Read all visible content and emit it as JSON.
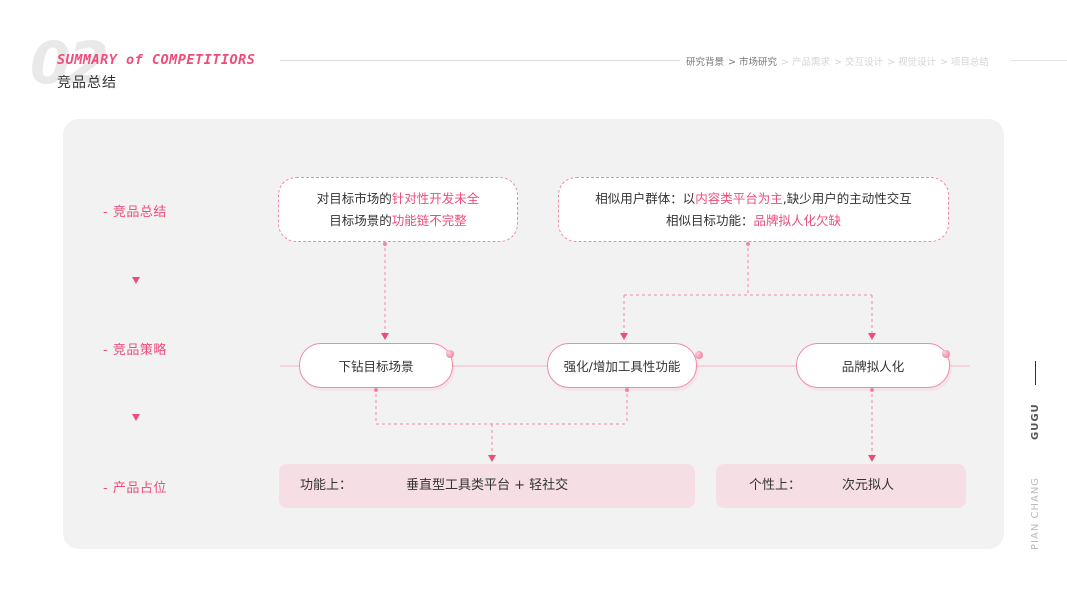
{
  "header": {
    "big_number": "02",
    "en_title": "SUMMARY of COMPETITIORS",
    "cn_title": "竞品总结",
    "breadcrumb": [
      {
        "label": "研究背景",
        "active": true
      },
      {
        "label": "> 市场研究",
        "active": true
      },
      {
        "label": "> 产品需求",
        "active": false
      },
      {
        "label": "> 交互设计",
        "active": false
      },
      {
        "label": "> 视觉设计",
        "active": false
      },
      {
        "label": "> 项目总结",
        "active": false
      }
    ]
  },
  "rows": {
    "summary": "- 竞品总结",
    "strategy": "- 竞品策略",
    "position": "- 产品占位"
  },
  "summary_left": {
    "line1_pre": "对目标市场的",
    "line1_hl": "针对性开发未全",
    "line2_pre": "目标场景的",
    "line2_hl": "功能链不完整"
  },
  "summary_right": {
    "line1_pre": "相似用户群体：以",
    "line1_hl": "内容类平台为主",
    "line1_post": ",缺少用户的主动性交互",
    "line2_pre": "相似目标功能：",
    "line2_hl": "品牌拟人化欠缺"
  },
  "strategies": [
    "下钻目标场景",
    "强化/增加工具性功能",
    "品牌拟人化"
  ],
  "positions": {
    "left_label": "功能上：",
    "left_value": "垂直型工具类平台 + 轻社交",
    "right_label": "个性上：",
    "right_value": "次元拟人"
  },
  "side": {
    "gugu": "GUGU",
    "pian": "PIAN CHANG"
  },
  "colors": {
    "accent": "#ee4d79",
    "panel": "#f2f2f3",
    "position_bg": "#f5dfe4"
  }
}
